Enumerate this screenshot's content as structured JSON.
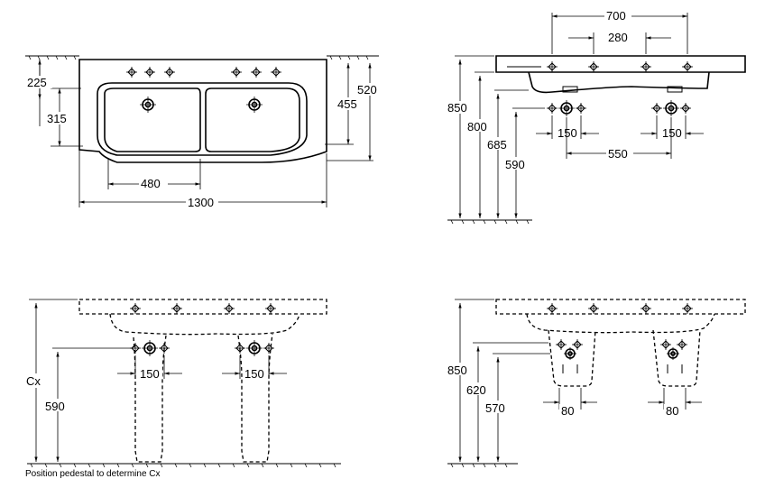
{
  "views": {
    "top": {
      "dims": {
        "d225": "225",
        "d315": "315",
        "d455": "455",
        "d520": "520",
        "d480": "480",
        "d1300": "1300"
      }
    },
    "side": {
      "dims": {
        "d700": "700",
        "d280": "280",
        "d850": "850",
        "d800": "800",
        "d685": "685",
        "d590": "590",
        "d150a": "150",
        "d150b": "150",
        "d550": "550"
      }
    },
    "pedestal_front": {
      "dims": {
        "cx": "Cx",
        "d590": "590",
        "d150a": "150",
        "d150b": "150"
      },
      "note": "Position pedestal to determine Cx"
    },
    "semi_pedestal_front": {
      "dims": {
        "d850": "850",
        "d620": "620",
        "d570": "570",
        "d80a": "80",
        "d80b": "80"
      }
    }
  }
}
